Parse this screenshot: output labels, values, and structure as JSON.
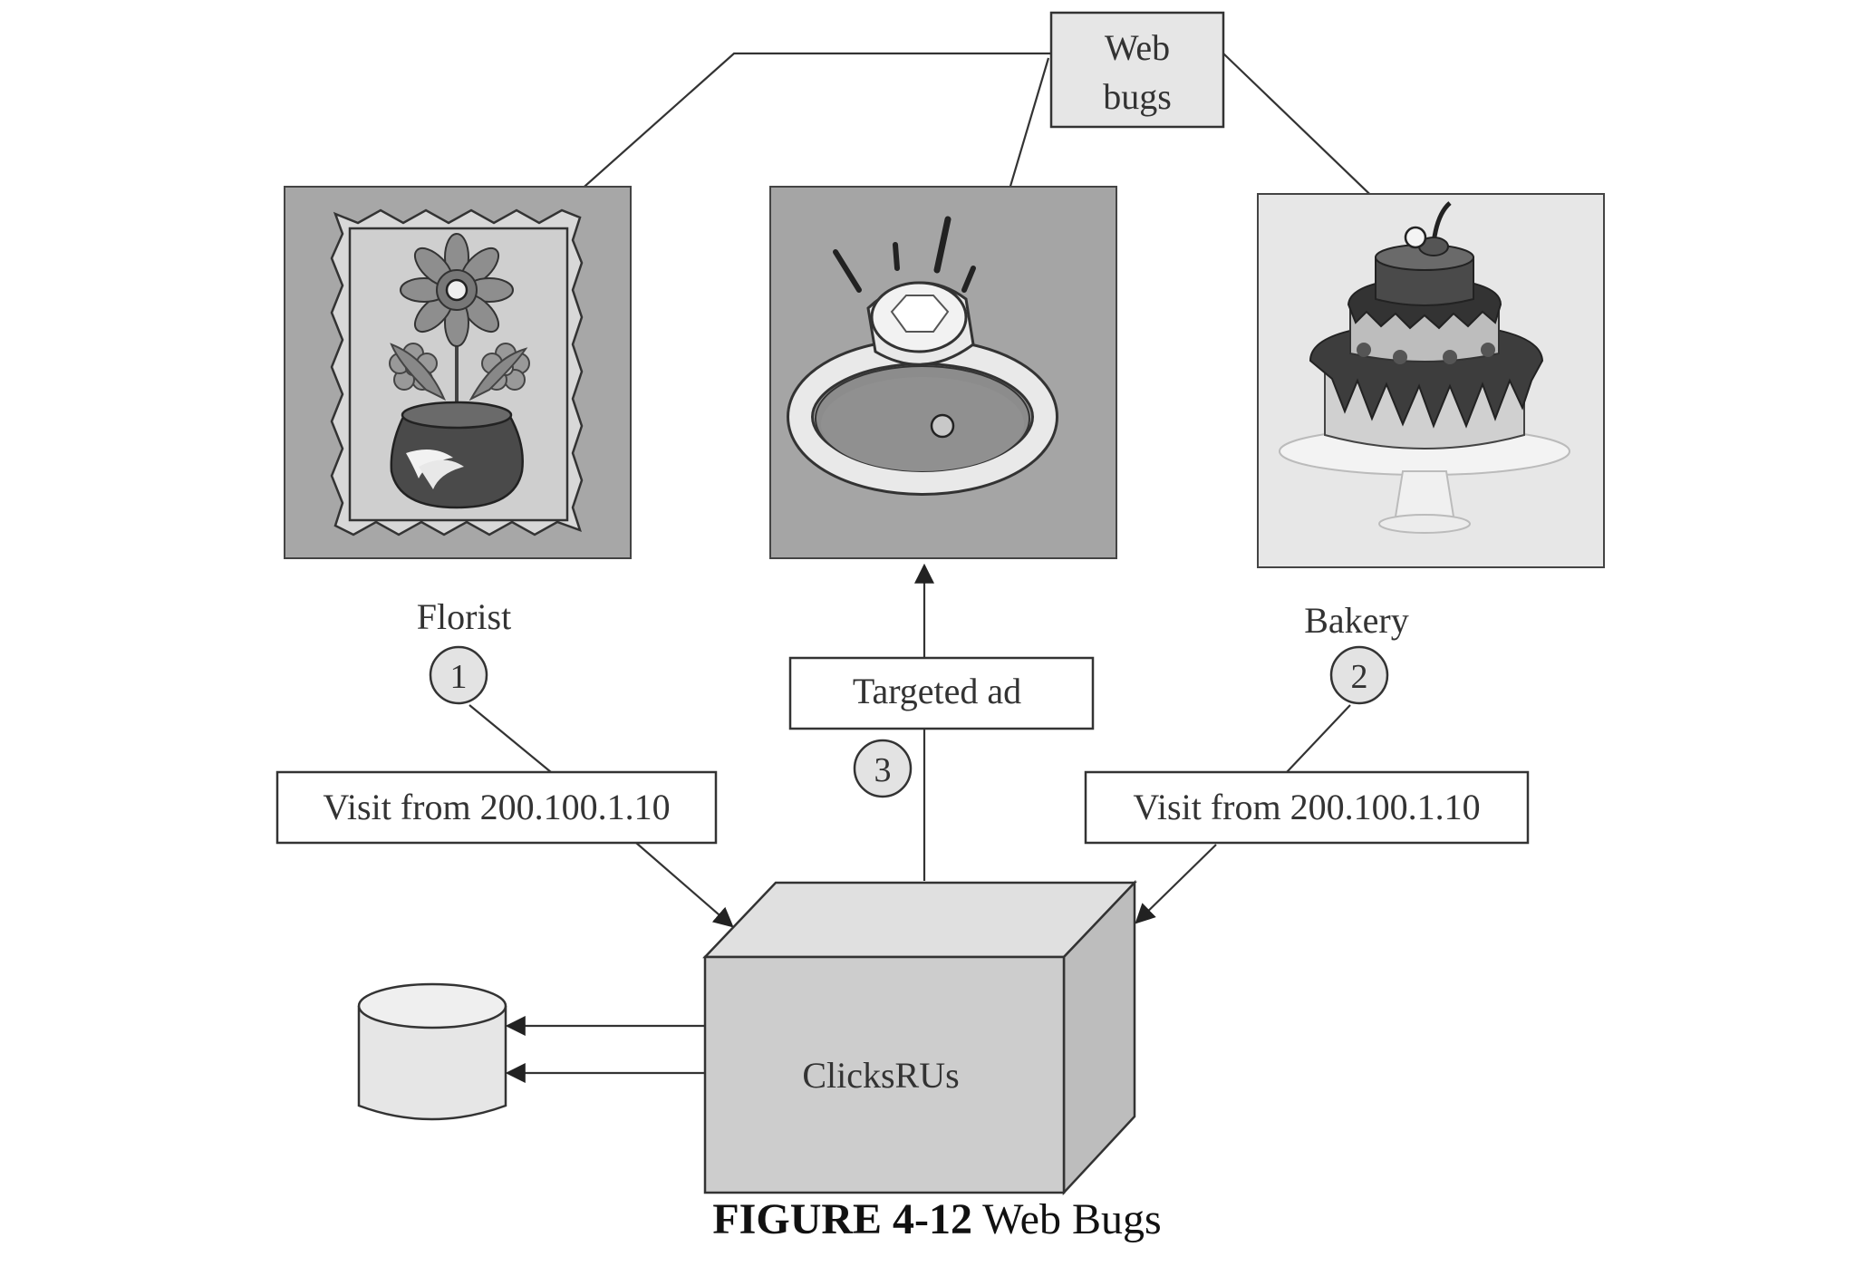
{
  "web_bugs": {
    "line1": "Web",
    "line2": "bugs"
  },
  "sites": {
    "florist": {
      "label": "Florist",
      "step": "1"
    },
    "bakery": {
      "label": "Bakery",
      "step": "2"
    }
  },
  "visits": {
    "left": "Visit from 200.100.1.10",
    "right": "Visit from 200.100.1.10"
  },
  "targeted_ad": {
    "label": "Targeted ad",
    "step": "3"
  },
  "server": {
    "label": "ClicksRUs"
  },
  "caption": {
    "number": "FIGURE 4-12",
    "title": "Web Bugs"
  }
}
